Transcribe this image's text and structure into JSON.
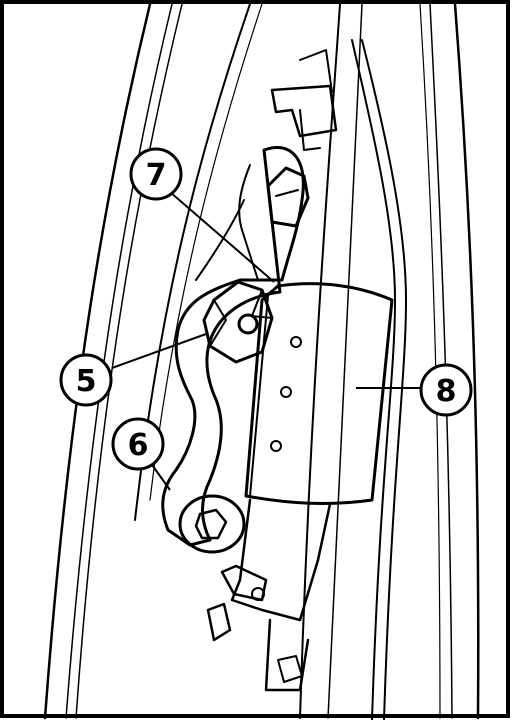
{
  "figure": {
    "description_visible_text_only": true,
    "callouts": [
      {
        "id": "7",
        "label": "7"
      },
      {
        "id": "5",
        "label": "5"
      },
      {
        "id": "6",
        "label": "6"
      },
      {
        "id": "8",
        "label": "8"
      }
    ]
  },
  "colors": {
    "ink": "#000000",
    "paper": "#ffffff"
  }
}
